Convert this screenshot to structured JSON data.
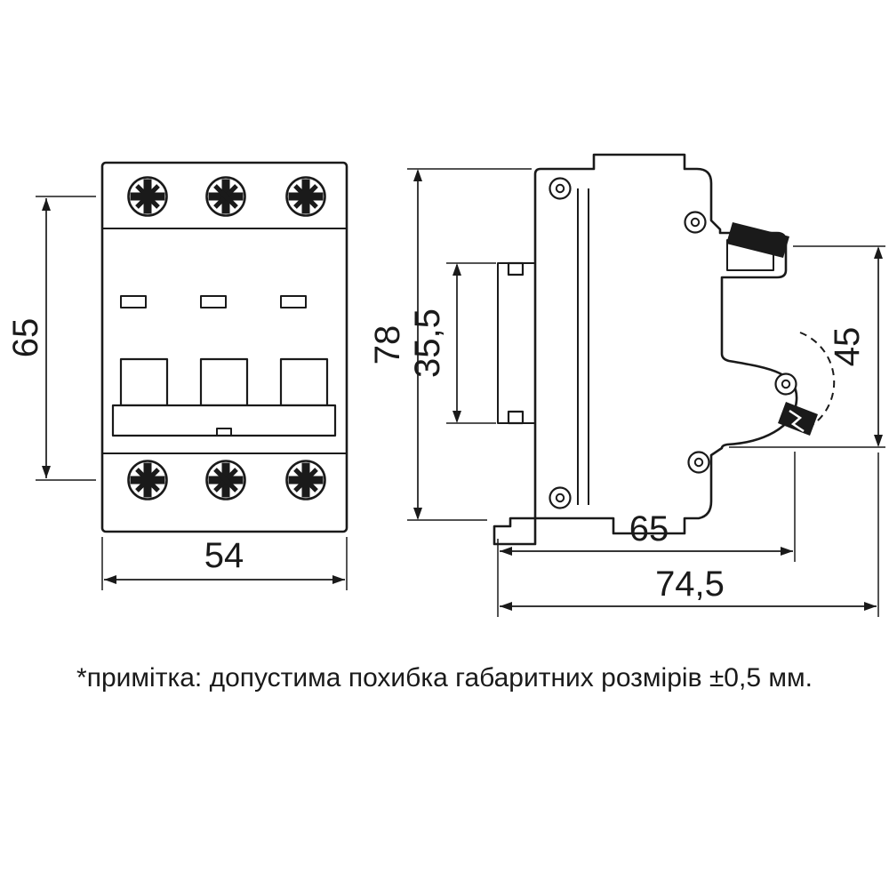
{
  "colors": {
    "line": "#1a1a1a",
    "background": "#ffffff"
  },
  "drawing": {
    "front_view": {
      "dim_height_label": "65",
      "dim_width_label": "54"
    },
    "side_view": {
      "dim_height_label": "78",
      "dim_clip_label": "35,5",
      "dim_lever_label": "45",
      "dim_depth_label": "65",
      "dim_total_depth_label": "74,5"
    },
    "note": "*примітка: допустима похибка габаритних розмірів ±0,5 мм."
  }
}
